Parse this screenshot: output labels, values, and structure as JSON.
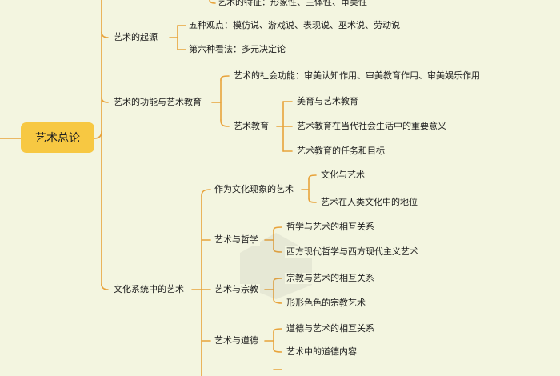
{
  "mindmap": {
    "root": "艺术总论",
    "top_clipped": "艺术的特征：形象性、主体性、审美性",
    "origin": {
      "label": "艺术的起源",
      "children": [
        "五种观点：模仿说、游戏说、表现说、巫术说、劳动说",
        "第六种看法：多元决定论"
      ]
    },
    "function": {
      "label": "艺术的功能与艺术教育",
      "social": "艺术的社会功能：审美认知作用、审美教育作用、审美娱乐作用",
      "education": {
        "label": "艺术教育",
        "children": [
          "美育与艺术教育",
          "艺术教育在当代社会生活中的重要意义",
          "艺术教育的任务和目标"
        ]
      }
    },
    "culture": {
      "label": "文化系统中的艺术",
      "subs": [
        {
          "label": "作为文化现象的艺术",
          "children": [
            "文化与艺术",
            "艺术在人类文化中的地位"
          ]
        },
        {
          "label": "艺术与哲学",
          "children": [
            "哲学与艺术的相互关系",
            "西方现代哲学与西方现代主义艺术"
          ]
        },
        {
          "label": "艺术与宗教",
          "children": [
            "宗教与艺术的相互关系",
            "形形色色的宗教艺术"
          ]
        },
        {
          "label": "艺术与道德",
          "children": [
            "道德与艺术的相互关系",
            "艺术中的道德内容"
          ]
        }
      ]
    }
  },
  "colors": {
    "line": "#e8a33b",
    "root_fill": "#f7c842",
    "background": "#f3f5e0"
  }
}
